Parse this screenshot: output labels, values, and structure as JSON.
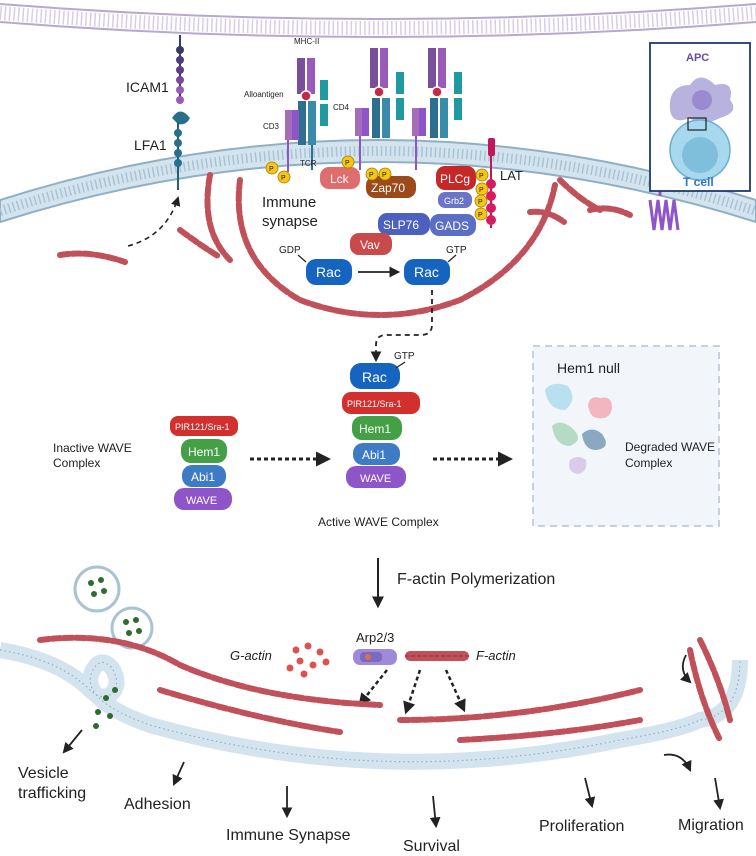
{
  "labels": {
    "icam1": "ICAM1",
    "lfa1": "LFA1",
    "mhc2": "MHC-II",
    "alloantigen": "Alloantigen",
    "cd4": "CD4",
    "cd3": "CD3",
    "tcr": "TCR",
    "lat": "LAT",
    "immune_synapse_line1": "Immune",
    "immune_synapse_line2": "synapse",
    "lck": "Lck",
    "zap70": "Zap70",
    "plcg": "PLCg",
    "grb2": "Grb2",
    "gads": "GADS",
    "slp76": "SLP76",
    "vav": "Vav",
    "phospho": "P",
    "gdp": "GDP",
    "gtp": "GTP",
    "rac": "Rac",
    "apc": "APC",
    "t_cell": "T cell",
    "inactive_line1": "Inactive WAVE",
    "inactive_line2": "Complex",
    "pir121": "PIR121/Sra-1",
    "hem1": "Hem1",
    "abi1": "Abi1",
    "wave": "WAVE",
    "active_complex": "Active WAVE Complex",
    "hem1_null": "Hem1 null",
    "degraded_line1": "Degraded WAVE",
    "degraded_line2": "Complex",
    "f_actin_polymerization": "F-actin Polymerization",
    "arp23": "Arp2/3",
    "g_actin": "G-actin",
    "f_actin": "F-actin",
    "vesicle_line1": "Vesicle",
    "vesicle_line2": "trafficking",
    "adhesion": "Adhesion",
    "immune_synapse": "Immune Synapse",
    "survival": "Survival",
    "proliferation": "Proliferation",
    "migration": "Migration"
  },
  "colors": {
    "membrane_fill": "#d3e4ef",
    "membrane_stroke": "#8fb0c4",
    "top_membrane": "#b7a8cf",
    "actin": "#c0505a",
    "actin_dark": "#8e2f38",
    "rac": "#1565c0",
    "pir121": "#d32f2f",
    "hem1": "#43a047",
    "abi1": "#3d7cc4",
    "wave": "#8e55c8",
    "lck": "#e06d6d",
    "zap70": "#9c4a1a",
    "plcg": "#c62828",
    "grb2": "#6a74c8",
    "gads": "#5a6ec4",
    "slp76": "#4d5fbf",
    "vav": "#c94a4a",
    "phospho": "#f5c518",
    "mhc": "#7a4f9a",
    "tcr": "#2e6f8e",
    "cd4": "#1e9aa0",
    "cd3": "#a56db8",
    "vesicle": "#2e6b2e",
    "apc_box": "#1e3b6b"
  }
}
